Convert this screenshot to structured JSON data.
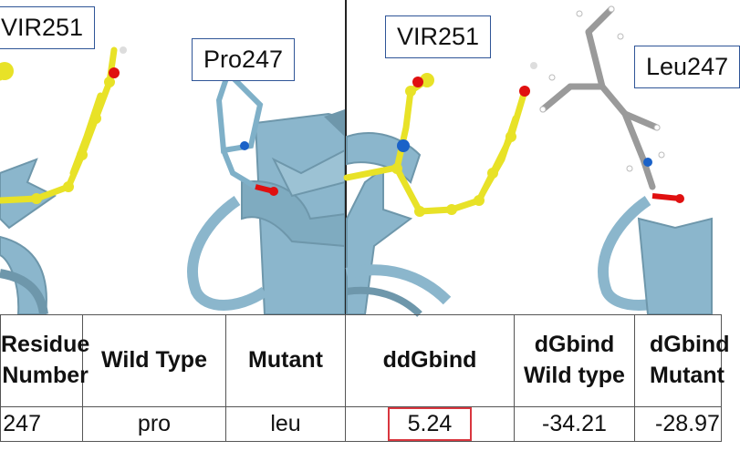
{
  "labels": {
    "left_ligand": "VIR251",
    "left_residue": "Pro247",
    "right_ligand": "VIR251",
    "right_residue": "Leu247"
  },
  "table": {
    "headers": [
      "Residue\nNumber",
      "Wild Type",
      "Mutant",
      "ddGbind",
      "dGbind\nWild type",
      "dGbind\nMutant"
    ],
    "row": [
      "247",
      "pro",
      "leu",
      "5.24",
      "-34.21",
      "-28.97"
    ]
  },
  "colors": {
    "ribbon": "#8bb6cc",
    "ligand": "#e8e227",
    "oxygen": "#e01010",
    "nitrogen": "#1a62c8",
    "residue_stick": "#7fb0c8",
    "leucine_stick": "#9a9a9a",
    "highlight_border": "#d9363e",
    "label_border": "#2f5597"
  }
}
